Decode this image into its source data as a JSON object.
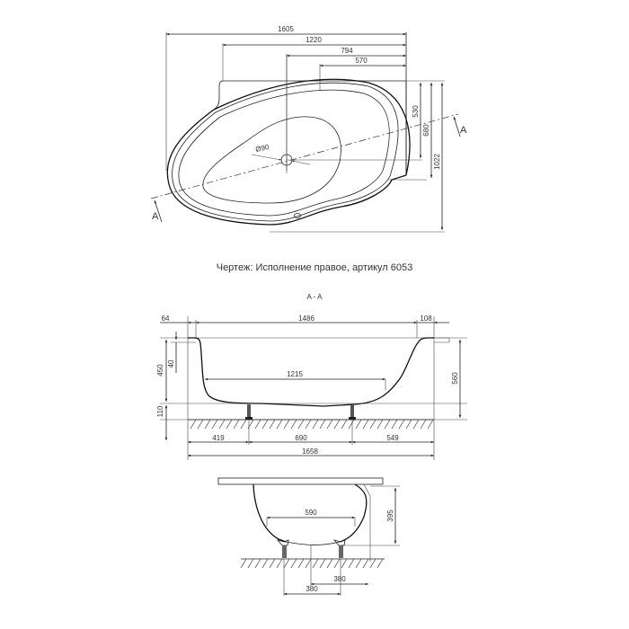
{
  "caption": "Чертеж: Исполнение правое, артикул 6053",
  "plan_view": {
    "dimensions": {
      "overall_length": "1605",
      "d1220": "1220",
      "d794": "794",
      "d570": "570",
      "depth_530": "530",
      "depth_680": "680",
      "overall_width": "1022",
      "drain_diameter": "Ø90"
    },
    "section_marker_left": "A",
    "section_marker_right": "A"
  },
  "section_view": {
    "title": "A - A",
    "dimensions": {
      "rim_left": "64",
      "inner_length": "1486",
      "rim_right": "108",
      "height_450": "450",
      "rim_depth_40": "40",
      "bottom_length": "1215",
      "height_560": "560",
      "leg_height_110": "110",
      "leg_offset_left": "419",
      "leg_spacing": "690",
      "leg_offset_right": "549",
      "total_length": "1658"
    }
  },
  "side_view": {
    "dimensions": {
      "bottom_width": "590",
      "height_395": "395",
      "offset_380_a": "380",
      "offset_380_b": "380"
    }
  }
}
